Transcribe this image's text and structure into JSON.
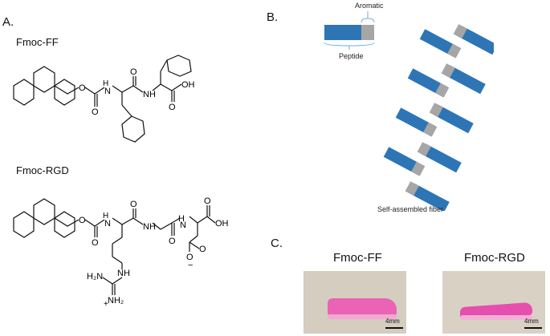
{
  "panels": {
    "a": {
      "letter": "A.",
      "molecule1": "Fmoc-FF",
      "molecule2": "Fmoc-RGD"
    },
    "b": {
      "letter": "B.",
      "aromatic": "Aromatic",
      "peptide": "Peptide",
      "fiber": "Self-assembled fiber"
    },
    "c": {
      "letter": "C.",
      "gel1": "Fmoc-FF",
      "gel2": "Fmoc-RGD",
      "scale": "4mm"
    }
  },
  "atoms": {
    "o": "O",
    "oh": "OH",
    "nh": "NH",
    "n": "N",
    "h": "H",
    "h2n": "H₂N",
    "nh2": "NH₂",
    "minus": "−",
    "plus": "+"
  },
  "colors": {
    "peptide": "#2e75b6",
    "aromatic": "#a6a6a6",
    "gel": "#e8a0c8",
    "photo_bg": "#d4ccbd"
  }
}
